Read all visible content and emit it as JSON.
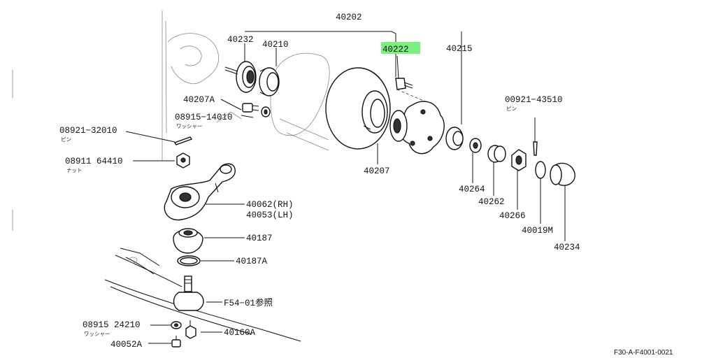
{
  "diagram": {
    "highlight_color": "#7CF07C",
    "labels": {
      "p40202": "40202",
      "p40232": "40232",
      "p40210": "40210",
      "p40222": "40222",
      "p40215": "40215",
      "p40207A": "40207A",
      "p08915_14010": "08915−14010",
      "p08915_14010_sub": "ワッシャー",
      "p00921_43510": "00921−43510",
      "p00921_43510_sub": "ピン",
      "p08921_32010": "08921−32010",
      "p08921_32010_sub": "ピン",
      "p08911_64410": "08911  64410",
      "p08911_64410_sub": "ナット",
      "p40207": "40207",
      "p40264": "40264",
      "p40262": "40262",
      "p40266": "40266",
      "p40019M": "40019M",
      "p40234": "40234",
      "p40062": "40062(RH)",
      "p40053": "40053(LH)",
      "p40187": "40187",
      "p40187A": "40187A",
      "pF54": "F54−01参照",
      "p08915_24210": "08915  24210",
      "p08915_24210_sub": "ワッシャー",
      "p40160A": "40160A",
      "p40052A": "40052A",
      "footer": "F30-A-F4001-0021"
    }
  }
}
